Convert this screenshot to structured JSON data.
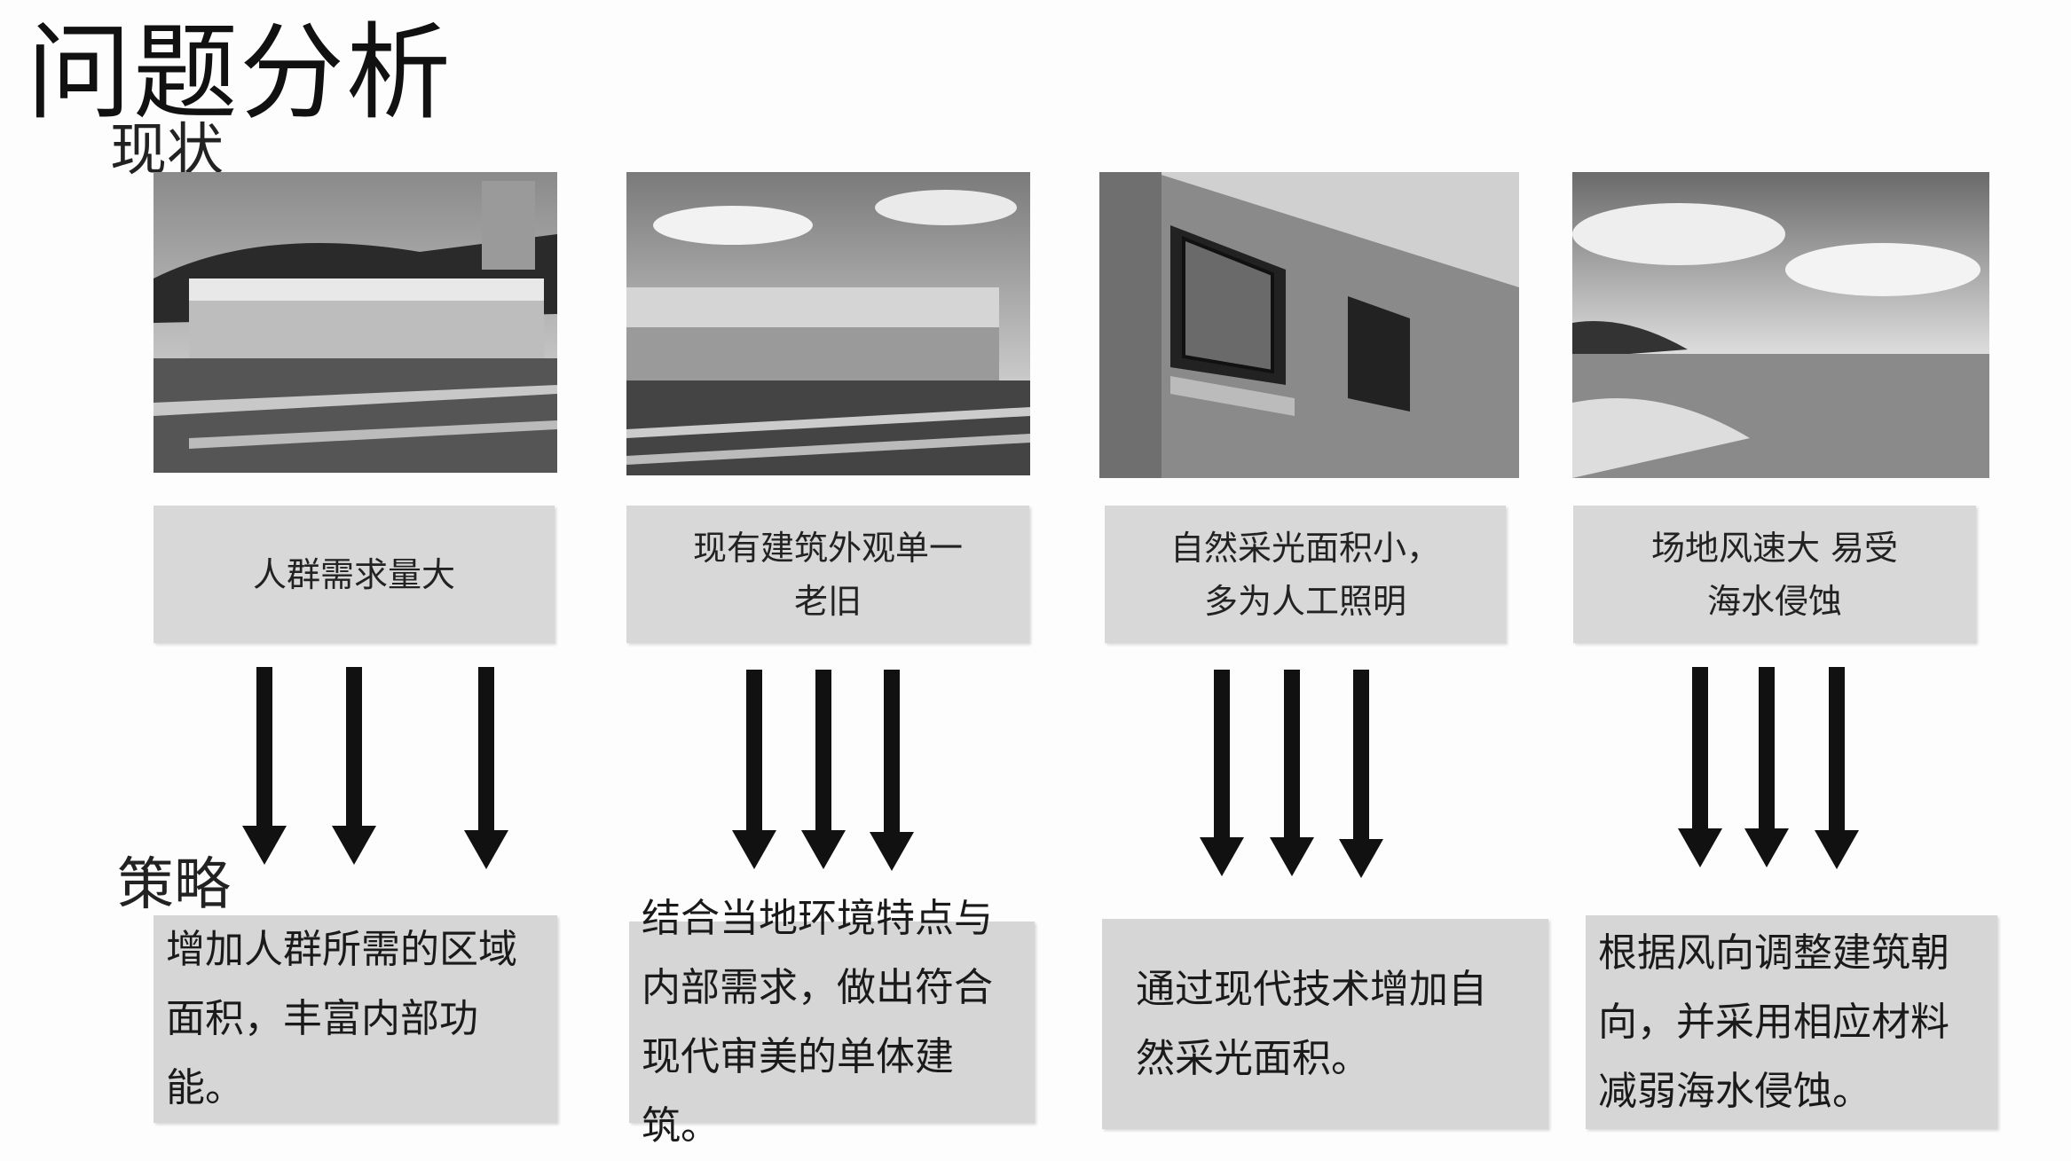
{
  "title": "问题分析",
  "current_label": "现状",
  "strategy_label": "策略",
  "columns": [
    {
      "photo": "old-factory-buildings-photo",
      "problem": [
        "人群需求量大"
      ],
      "strategy": "增加人群所需的区域面积，丰富内部功能。"
    },
    {
      "photo": "low-buildings-street-photo",
      "problem": [
        "现有建筑外观单一",
        "老旧"
      ],
      "strategy": "结合当地环境特点与内部需求，做出符合现代审美的单体建筑。"
    },
    {
      "photo": "brick-wall-windows-photo",
      "problem": [
        "自然采光面积小，",
        "多为人工照明"
      ],
      "strategy": "通过现代技术增加自然采光面积。"
    },
    {
      "photo": "seaside-coast-photo",
      "problem": [
        "场地风速大 易受",
        "海水侵蚀"
      ],
      "strategy": "根据风向调整建筑朝向，并采用相应材料减弱海水侵蚀。"
    }
  ]
}
